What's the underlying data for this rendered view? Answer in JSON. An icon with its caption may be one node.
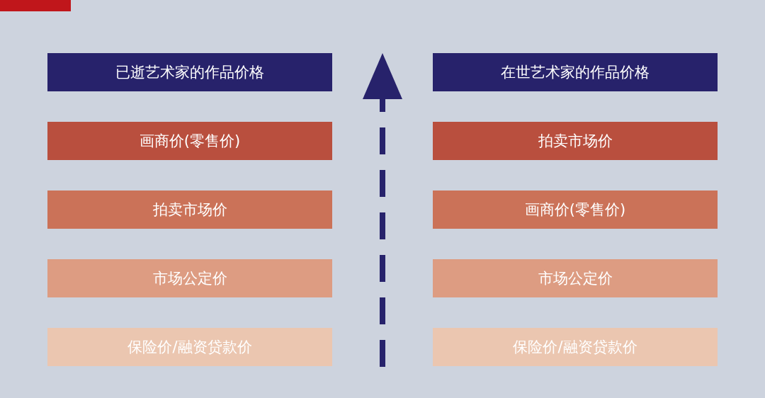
{
  "diagram": {
    "nodes": [
      {
        "text": [
          "已逝艺术家的作品价格"
        ]
      },
      {
        "text": [
          "在世艺术家的作品价格"
        ]
      },
      {
        "text": [
          "画商价(零售价)"
        ]
      },
      {
        "text": [
          "拍卖市场价"
        ]
      },
      {
        "text": [
          "拍卖市场价"
        ]
      },
      {
        "text": [
          "画商价(零售价)"
        ]
      },
      {
        "text": [
          "市场公定价"
        ]
      },
      {
        "text": [
          "市场公定价"
        ]
      },
      {
        "text": [
          "保险价/融资贷款价"
        ]
      },
      {
        "text": [
          "保险价/融资贷款价"
        ]
      }
    ]
  }
}
